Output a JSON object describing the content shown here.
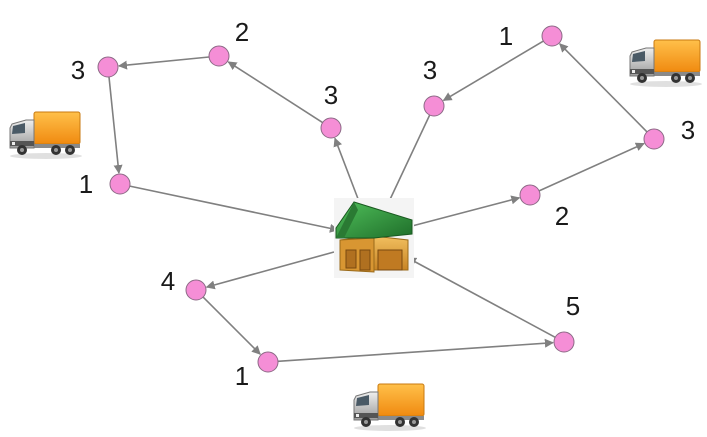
{
  "colors": {
    "node_fill": "#f58ed6",
    "node_stroke": "#8c6a86",
    "edge": "#808080",
    "roof": "#2e8b3a",
    "barn_wall": "#e0a036",
    "truck_cargo": "#f7a21b",
    "truck_cab": "#c4c4c4"
  },
  "icons": {
    "depot": "warehouse-icon",
    "vehicle": "delivery-truck-icon"
  },
  "nodes": [
    {
      "id": "a1",
      "label": "1"
    },
    {
      "id": "a2",
      "label": "3"
    },
    {
      "id": "a3",
      "label": "2"
    },
    {
      "id": "a4",
      "label": "3"
    },
    {
      "id": "b1",
      "label": "3"
    },
    {
      "id": "b2",
      "label": "1"
    },
    {
      "id": "b3",
      "label": "3"
    },
    {
      "id": "b4",
      "label": "2"
    },
    {
      "id": "c1",
      "label": "4"
    },
    {
      "id": "c2",
      "label": "1"
    },
    {
      "id": "c3",
      "label": "5"
    }
  ],
  "edges": [
    {
      "from": "depot",
      "to": "a4"
    },
    {
      "from": "a4",
      "to": "a3"
    },
    {
      "from": "a3",
      "to": "a2"
    },
    {
      "from": "a2",
      "to": "a1"
    },
    {
      "from": "a1",
      "to": "depot"
    },
    {
      "from": "depot",
      "to": "b4"
    },
    {
      "from": "b4",
      "to": "b3"
    },
    {
      "from": "b3",
      "to": "b2"
    },
    {
      "from": "b2",
      "to": "b1"
    },
    {
      "from": "b1",
      "to": "depot"
    },
    {
      "from": "depot",
      "to": "c1"
    },
    {
      "from": "c1",
      "to": "c2"
    },
    {
      "from": "c2",
      "to": "c3"
    },
    {
      "from": "c3",
      "to": "depot"
    }
  ]
}
